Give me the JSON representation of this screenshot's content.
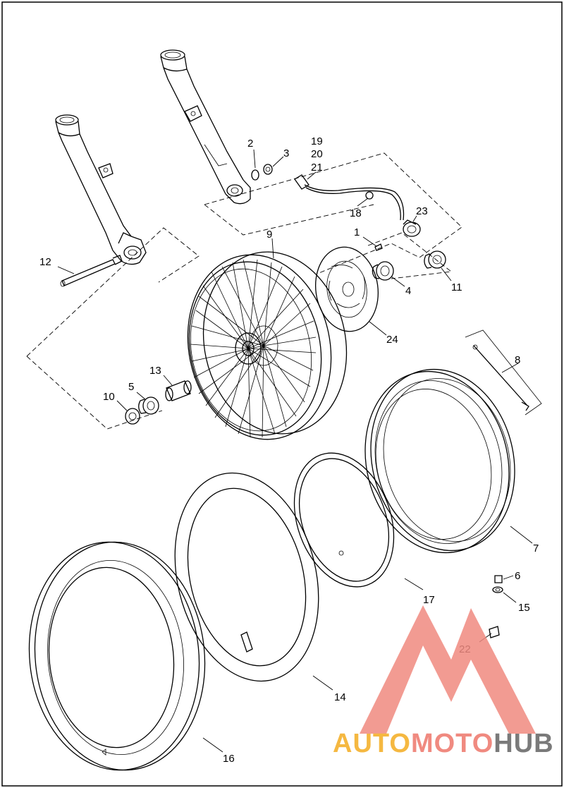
{
  "diagram": {
    "callouts": [
      {
        "id": "c1",
        "text": "1"
      },
      {
        "id": "c2",
        "text": "2"
      },
      {
        "id": "c3",
        "text": "3"
      },
      {
        "id": "c4",
        "text": "4"
      },
      {
        "id": "c5",
        "text": "5"
      },
      {
        "id": "c6",
        "text": "6"
      },
      {
        "id": "c7",
        "text": "7"
      },
      {
        "id": "c8",
        "text": "8"
      },
      {
        "id": "c9",
        "text": "9"
      },
      {
        "id": "c10",
        "text": "10"
      },
      {
        "id": "c11",
        "text": "11"
      },
      {
        "id": "c12",
        "text": "12"
      },
      {
        "id": "c13",
        "text": "13"
      },
      {
        "id": "c14",
        "text": "14"
      },
      {
        "id": "c15",
        "text": "15"
      },
      {
        "id": "c16",
        "text": "16"
      },
      {
        "id": "c17",
        "text": "17"
      },
      {
        "id": "c18",
        "text": "18"
      },
      {
        "id": "c19",
        "text": "19"
      },
      {
        "id": "c20",
        "text": "20"
      },
      {
        "id": "c21",
        "text": "21"
      },
      {
        "id": "c22",
        "text": "22"
      },
      {
        "id": "c23",
        "text": "23"
      },
      {
        "id": "c24",
        "text": "24"
      }
    ]
  },
  "watermark": {
    "part1": "AUTO",
    "part2": "MOTO",
    "part3": "HUB",
    "color_auto": "#f5b841",
    "color_moto": "#f08a80",
    "color_hub": "#7a7a7a",
    "logo_color": "#f08a80"
  }
}
